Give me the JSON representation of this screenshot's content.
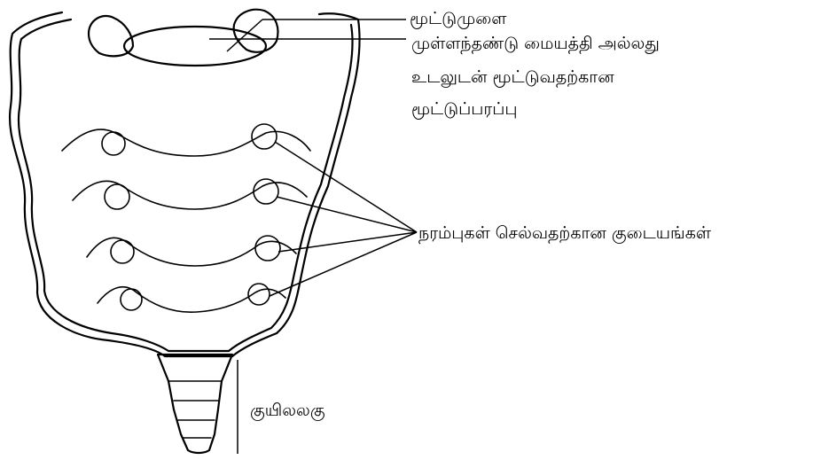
{
  "labels": {
    "articular_process": "மூட்டுமுளை",
    "body_surface_line1": "முள்ளந்தண்டு மையத்தி அல்லது",
    "body_surface_line2": "உடலுடன் மூட்டுவதற்கான",
    "body_surface_line3": "மூட்டுப்பரப்பு",
    "foramina": "நரம்புகள் செல்வதற்கான குடையங்கள்",
    "coccyx": "குயிலலகு"
  }
}
